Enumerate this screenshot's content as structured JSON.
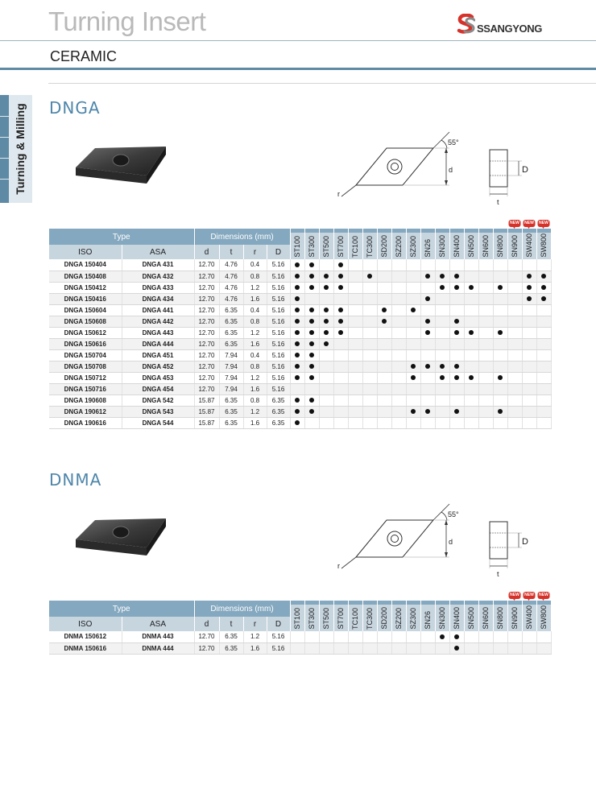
{
  "header": {
    "title": "Turning Insert",
    "subtitle": "CERAMIC",
    "brand": "SSANGYONG",
    "side_tab": "Turning & Milling"
  },
  "colors": {
    "accent": "#5e8aa5",
    "header_band": "#84a8bf",
    "sub_header": "#c7d5df",
    "section_title": "#4f86aa",
    "logo_red": "#d6322a",
    "logo_gray": "#8a8a8a"
  },
  "drawing_labels": {
    "angle": "55°",
    "d": "d",
    "r": "r",
    "D": "D",
    "t": "t"
  },
  "table_headers": {
    "type": "Type",
    "dimensions": "Dimensions (mm)",
    "iso": "ISO",
    "asa": "ASA",
    "d": "d",
    "t": "t",
    "r": "r",
    "D": "D"
  },
  "badge_label": "NEW",
  "grades": [
    "ST100",
    "ST300",
    "ST500",
    "ST700",
    "TC100",
    "TC300",
    "SD200",
    "SZ200",
    "SZ300",
    "SN26",
    "SN300",
    "SN400",
    "SN500",
    "SN600",
    "SN800",
    "SN900",
    "SW400",
    "SW800"
  ],
  "new_grades": [
    "SN900",
    "SW400",
    "SW800"
  ],
  "sections": [
    {
      "title": "DNGA",
      "rows": [
        {
          "iso": "DNGA 150404",
          "asa": "DNGA 431",
          "d": "12.70",
          "t": "4.76",
          "r": "0.4",
          "D": "5.16",
          "grades": [
            "ST100",
            "ST300",
            "ST700"
          ]
        },
        {
          "iso": "DNGA 150408",
          "asa": "DNGA 432",
          "d": "12.70",
          "t": "4.76",
          "r": "0.8",
          "D": "5.16",
          "grades": [
            "ST100",
            "ST300",
            "ST500",
            "ST700",
            "TC300",
            "SN26",
            "SN300",
            "SN400",
            "SW400",
            "SW800"
          ]
        },
        {
          "iso": "DNGA 150412",
          "asa": "DNGA 433",
          "d": "12.70",
          "t": "4.76",
          "r": "1.2",
          "D": "5.16",
          "grades": [
            "ST100",
            "ST300",
            "ST500",
            "ST700",
            "SN300",
            "SN400",
            "SN500",
            "SN800",
            "SW400",
            "SW800"
          ]
        },
        {
          "iso": "DNGA 150416",
          "asa": "DNGA 434",
          "d": "12.70",
          "t": "4.76",
          "r": "1.6",
          "D": "5.16",
          "grades": [
            "ST100",
            "SN26",
            "SW400",
            "SW800"
          ]
        },
        {
          "iso": "DNGA 150604",
          "asa": "DNGA 441",
          "d": "12.70",
          "t": "6.35",
          "r": "0.4",
          "D": "5.16",
          "grades": [
            "ST100",
            "ST300",
            "ST500",
            "ST700",
            "SD200",
            "SZ300"
          ]
        },
        {
          "iso": "DNGA 150608",
          "asa": "DNGA 442",
          "d": "12.70",
          "t": "6.35",
          "r": "0.8",
          "D": "5.16",
          "grades": [
            "ST100",
            "ST300",
            "ST500",
            "ST700",
            "SD200",
            "SN26",
            "SN400"
          ]
        },
        {
          "iso": "DNGA 150612",
          "asa": "DNGA 443",
          "d": "12.70",
          "t": "6.35",
          "r": "1.2",
          "D": "5.16",
          "grades": [
            "ST100",
            "ST300",
            "ST500",
            "ST700",
            "SN26",
            "SN400",
            "SN500",
            "SN800"
          ]
        },
        {
          "iso": "DNGA 150616",
          "asa": "DNGA 444",
          "d": "12.70",
          "t": "6.35",
          "r": "1.6",
          "D": "5.16",
          "grades": [
            "ST100",
            "ST300",
            "ST500"
          ]
        },
        {
          "iso": "DNGA 150704",
          "asa": "DNGA 451",
          "d": "12.70",
          "t": "7.94",
          "r": "0.4",
          "D": "5.16",
          "grades": [
            "ST100",
            "ST300"
          ]
        },
        {
          "iso": "DNGA 150708",
          "asa": "DNGA 452",
          "d": "12.70",
          "t": "7.94",
          "r": "0.8",
          "D": "5.16",
          "grades": [
            "ST100",
            "ST300",
            "SZ300",
            "SN26",
            "SN300",
            "SN400"
          ]
        },
        {
          "iso": "DNGA 150712",
          "asa": "DNGA 453",
          "d": "12.70",
          "t": "7.94",
          "r": "1.2",
          "D": "5.16",
          "grades": [
            "ST100",
            "ST300",
            "SZ300",
            "SN300",
            "SN400",
            "SN500",
            "SN800"
          ]
        },
        {
          "iso": "DNGA 150716",
          "asa": "DNGA 454",
          "d": "12.70",
          "t": "7.94",
          "r": "1.6",
          "D": "5.16",
          "grades": []
        },
        {
          "iso": "DNGA 190608",
          "asa": "DNGA 542",
          "d": "15.87",
          "t": "6.35",
          "r": "0.8",
          "D": "6.35",
          "grades": [
            "ST100",
            "ST300"
          ]
        },
        {
          "iso": "DNGA 190612",
          "asa": "DNGA 543",
          "d": "15.87",
          "t": "6.35",
          "r": "1.2",
          "D": "6.35",
          "grades": [
            "ST100",
            "ST300",
            "SZ300",
            "SN26",
            "SN400",
            "SN800"
          ]
        },
        {
          "iso": "DNGA 190616",
          "asa": "DNGA 544",
          "d": "15.87",
          "t": "6.35",
          "r": "1.6",
          "D": "6.35",
          "grades": [
            "ST100"
          ]
        }
      ]
    },
    {
      "title": "DNMA",
      "rows": [
        {
          "iso": "DNMA 150612",
          "asa": "DNMA 443",
          "d": "12.70",
          "t": "6.35",
          "r": "1.2",
          "D": "5.16",
          "grades": [
            "SN300",
            "SN400"
          ]
        },
        {
          "iso": "DNMA 150616",
          "asa": "DNMA 444",
          "d": "12.70",
          "t": "6.35",
          "r": "1.6",
          "D": "5.16",
          "grades": [
            "SN400"
          ]
        }
      ]
    }
  ]
}
